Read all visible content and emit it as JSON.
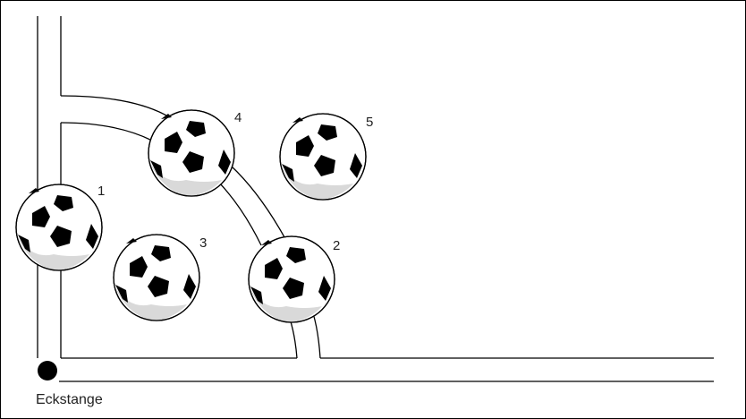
{
  "diagram": {
    "corner_post_label": "Eckstange",
    "balls": [
      {
        "id": "ball-1",
        "label": "1"
      },
      {
        "id": "ball-2",
        "label": "2"
      },
      {
        "id": "ball-3",
        "label": "3"
      },
      {
        "id": "ball-4",
        "label": "4"
      },
      {
        "id": "ball-5",
        "label": "5"
      }
    ]
  },
  "colors": {
    "line": "#000000",
    "ball_fill": "#ffffff",
    "ball_shade": "#d9d9d9",
    "panel": "#000000"
  }
}
